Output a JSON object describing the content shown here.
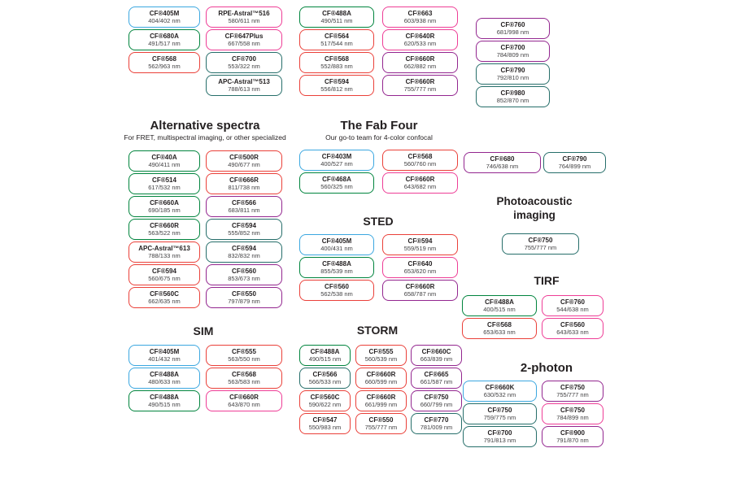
{
  "colors": {
    "blue": "#3BA7E0",
    "green": "#00843D",
    "red": "#EA4039",
    "pink": "#EE3D96",
    "purple": "#93268F",
    "teal": "#266E6A"
  },
  "top_group": {
    "columns": [
      [
        {
          "name": "CF®405M",
          "nm": "404/402 nm",
          "color": "blue"
        },
        {
          "name": "CF®680A",
          "nm": "491/517 nm",
          "color": "green"
        },
        {
          "name": "CF®568",
          "nm": "562/963 nm",
          "color": "red"
        }
      ],
      [
        {
          "name": "RPE-Astral™516",
          "nm": "580/611 nm",
          "color": "pink"
        },
        {
          "name": "CF®647Plus",
          "nm": "667/558 nm",
          "color": "pink"
        },
        {
          "name": "CF®700",
          "nm": "553/322 nm",
          "color": "teal"
        },
        {
          "name": "APC-Astral™513",
          "nm": "788/613 nm",
          "color": "teal"
        }
      ],
      [
        {
          "name": "CF®488A",
          "nm": "490/511 nm",
          "color": "green"
        },
        {
          "name": "CF®564",
          "nm": "517/544 nm",
          "color": "red"
        },
        {
          "name": "CF®568",
          "nm": "552/883 nm",
          "color": "red"
        },
        {
          "name": "CF®594",
          "nm": "556/812 nm",
          "color": "red"
        }
      ],
      [
        {
          "name": "CF®663",
          "nm": "603/938 nm",
          "color": "pink"
        },
        {
          "name": "CF®640R",
          "nm": "620/533 nm",
          "color": "pink"
        },
        {
          "name": "CF®660R",
          "nm": "662/882 nm",
          "color": "purple"
        },
        {
          "name": "CF®660R",
          "nm": "755/777 nm",
          "color": "purple"
        }
      ],
      [
        {
          "name": "CF®760",
          "nm": "681/998 nm",
          "color": "purple"
        },
        {
          "name": "CF®700",
          "nm": "784/809 nm",
          "color": "purple"
        },
        {
          "name": "CF®790",
          "nm": "792/810 nm",
          "color": "teal"
        },
        {
          "name": "CF®980",
          "nm": "852/870 nm",
          "color": "teal"
        }
      ]
    ]
  },
  "alternative_spectra": {
    "title": "Alternative spectra",
    "subtitle": "For FRET, multispectral imaging, or other specialized",
    "columns": [
      [
        {
          "name": "CF®40A",
          "nm": "490/411 nm",
          "color": "green"
        },
        {
          "name": "CF®514",
          "nm": "617/532 nm",
          "color": "green"
        },
        {
          "name": "CF®660A",
          "nm": "690/185 nm",
          "color": "green"
        },
        {
          "name": "CF®660R",
          "nm": "563/522 nm",
          "color": "green"
        },
        {
          "name": "APC-Astral™613",
          "nm": "788/133 nm",
          "color": "red"
        },
        {
          "name": "CF®594",
          "nm": "560/675 nm",
          "color": "red"
        },
        {
          "name": "CF®560C",
          "nm": "662/635 nm",
          "color": "red"
        }
      ],
      [
        {
          "name": "CF®500R",
          "nm": "490/677 nm",
          "color": "red"
        },
        {
          "name": "CF®666R",
          "nm": "811/738 nm",
          "color": "red"
        },
        {
          "name": "CF®566",
          "nm": "683/811 nm",
          "color": "purple"
        },
        {
          "name": "CF®594",
          "nm": "555/852 nm",
          "color": "teal"
        },
        {
          "name": "CF®594",
          "nm": "832/832 nm",
          "color": "teal"
        },
        {
          "name": "CF®560",
          "nm": "853/673 nm",
          "color": "purple"
        },
        {
          "name": "CF®550",
          "nm": "797/879 nm",
          "color": "purple"
        }
      ]
    ]
  },
  "fab_four": {
    "title": "The Fab Four",
    "subtitle": "Our go-to team for 4-color confocal",
    "columns": [
      [
        {
          "name": "CF®403M",
          "nm": "400/527 nm",
          "color": "blue"
        },
        {
          "name": "CF®468A",
          "nm": "560/325 nm",
          "color": "green"
        }
      ],
      [
        {
          "name": "CF®568",
          "nm": "560/760 nm",
          "color": "red"
        },
        {
          "name": "CF®660R",
          "nm": "643/682 nm",
          "color": "pink"
        }
      ]
    ]
  },
  "sted": {
    "title": "STED",
    "columns": [
      [
        {
          "name": "CF®405M",
          "nm": "400/431 nm",
          "color": "blue"
        },
        {
          "name": "CF®488A",
          "nm": "855/539 nm",
          "color": "green"
        },
        {
          "name": "CF®560",
          "nm": "562/538 nm",
          "color": "red"
        }
      ],
      [
        {
          "name": "CF®594",
          "nm": "559/519 nm",
          "color": "red"
        },
        {
          "name": "CF®640",
          "nm": "653/620 nm",
          "color": "pink"
        },
        {
          "name": "CF®660R",
          "nm": "658/787 nm",
          "color": "purple"
        }
      ]
    ]
  },
  "sim": {
    "title": "SIM",
    "columns": [
      [
        {
          "name": "CF®405M",
          "nm": "401/432 nm",
          "color": "blue"
        },
        {
          "name": "CF®488A",
          "nm": "480/633 nm",
          "color": "blue"
        },
        {
          "name": "CF®488A",
          "nm": "490/515 nm",
          "color": "green"
        }
      ],
      [
        {
          "name": "CF®555",
          "nm": "563/550 nm",
          "color": "red"
        },
        {
          "name": "CF®568",
          "nm": "563/583 nm",
          "color": "red"
        },
        {
          "name": "CF®660R",
          "nm": "643/870 nm",
          "color": "pink"
        }
      ]
    ]
  },
  "storm": {
    "title": "STORM",
    "columns": [
      [
        {
          "name": "CF®488A",
          "nm": "490/515 nm",
          "color": "green"
        },
        {
          "name": "CF®566",
          "nm": "566/533 nm",
          "color": "teal"
        },
        {
          "name": "CF®560C",
          "nm": "590/622 nm",
          "color": "red"
        },
        {
          "name": "CF®547",
          "nm": "550/983 nm",
          "color": "red"
        }
      ],
      [
        {
          "name": "CF®555",
          "nm": "560/539 nm",
          "color": "red"
        },
        {
          "name": "CF®660R",
          "nm": "660/599 nm",
          "color": "red"
        },
        {
          "name": "CF®660R",
          "nm": "661/999 nm",
          "color": "red"
        },
        {
          "name": "CF®550",
          "nm": "755/777 nm",
          "color": "red"
        }
      ],
      [
        {
          "name": "CF®660C",
          "nm": "663/839 nm",
          "color": "purple"
        },
        {
          "name": "CF®665",
          "nm": "661/587 nm",
          "color": "purple"
        },
        {
          "name": "CF®750",
          "nm": "660/799 nm",
          "color": "purple"
        },
        {
          "name": "CF®770",
          "nm": "781/009 nm",
          "color": "teal"
        }
      ]
    ]
  },
  "nir_pair": {
    "columns": [
      [
        {
          "name": "CF®680",
          "nm": "746/638 nm",
          "color": "purple"
        }
      ],
      [
        {
          "name": "CF®790",
          "nm": "764/899 nm",
          "color": "teal"
        }
      ]
    ]
  },
  "photoacoustic": {
    "title": "Photoacoustic imaging",
    "columns": [
      [
        {
          "name": "CF®750",
          "nm": "755/777 nm",
          "color": "teal"
        }
      ]
    ]
  },
  "tirf": {
    "title": "TIRF",
    "columns": [
      [
        {
          "name": "CF®488A",
          "nm": "400/515 nm",
          "color": "green"
        },
        {
          "name": "CF®568",
          "nm": "653/633 nm",
          "color": "red"
        }
      ],
      [
        {
          "name": "CF®760",
          "nm": "544/638 nm",
          "color": "pink"
        },
        {
          "name": "CF®560",
          "nm": "643/633 nm",
          "color": "pink"
        }
      ]
    ]
  },
  "two_photon": {
    "title": "2-photon",
    "columns": [
      [
        {
          "name": "CF®660K",
          "nm": "630/532 nm",
          "color": "blue"
        },
        {
          "name": "CF®750",
          "nm": "759/775 nm",
          "color": "teal"
        },
        {
          "name": "CF®700",
          "nm": "791/813 nm",
          "color": "teal"
        }
      ],
      [
        {
          "name": "CF®750",
          "nm": "755/777 nm",
          "color": "purple"
        },
        {
          "name": "CF®750",
          "nm": "784/899 nm",
          "color": "pink"
        },
        {
          "name": "CF®900",
          "nm": "791/870 nm",
          "color": "purple"
        }
      ]
    ]
  }
}
